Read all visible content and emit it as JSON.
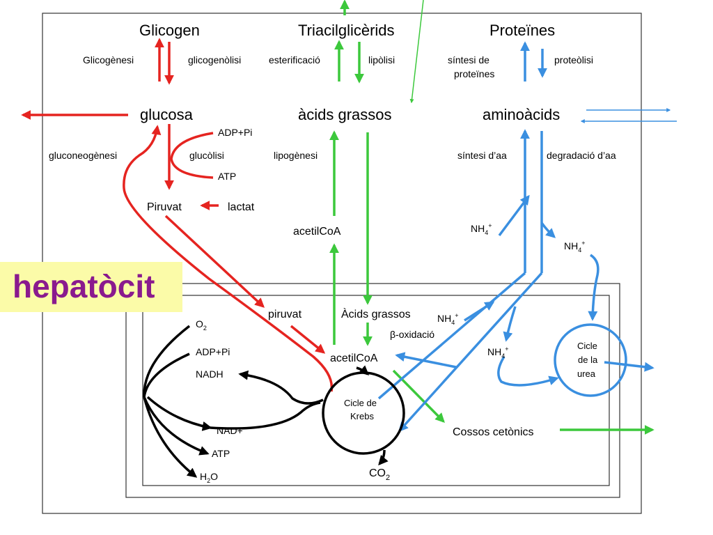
{
  "colors": {
    "red": "#e52420",
    "green": "#3cc83c",
    "blue": "#3a8fe0",
    "black": "#000000",
    "title_bg": "#fbfba8",
    "title_fg": "#8a1a8e"
  },
  "title": "hepatòcit",
  "stores": {
    "glycogen": "Glicogen",
    "tag": "Triacilglicèrids",
    "proteins": "Proteïnes"
  },
  "store_processes": {
    "glycogenesis": "Glicogènesi",
    "glycogenolysis": "glicogenòlisi",
    "esterification": "esterificació",
    "lipolysis": "lipòlisi",
    "protein_synthesis_1": "síntesi de",
    "protein_synthesis_2": "proteïnes",
    "proteolysis": "proteòlisi"
  },
  "metabolites": {
    "glucose": "glucosa",
    "fatty_acids": "àcids grassos",
    "amino_acids": "aminoàcids"
  },
  "glycolysis": {
    "adp_pi": "ADP+Pi",
    "gluconeogenesis": "gluconeogènesi",
    "glycolysis": "glucòlisi",
    "atp": "ATP",
    "pyruvate": "Piruvat",
    "lactate": "lactat"
  },
  "lipids": {
    "lipogenesis": "lipogènesi",
    "acetylcoa": "acetilCoA"
  },
  "amino": {
    "aa_synthesis": "síntesi d’aa",
    "aa_degradation": "degradació d’aa",
    "nh4_a": "NH4+",
    "nh4_b": "NH4+",
    "nh4_c": "NH4+",
    "nh4_d": "NH4+"
  },
  "mito": {
    "pyruvate": "piruvat",
    "fatty_acids": "Àcids grassos",
    "beta_ox": "β-oxidació",
    "acetylcoa": "acetilCoA",
    "krebs_1": "Cicle de",
    "krebs_2": "Krebs",
    "co2": "CO2",
    "ketones": "Cossos cetònics",
    "urea_1": "Cicle",
    "urea_2": "de la",
    "urea_3": "urea"
  },
  "etc": {
    "o2": "O2",
    "adp_pi": "ADP+Pi",
    "nadh": "NADH",
    "nad": "NAD+",
    "atp": "ATP",
    "h2o": "H2O"
  }
}
